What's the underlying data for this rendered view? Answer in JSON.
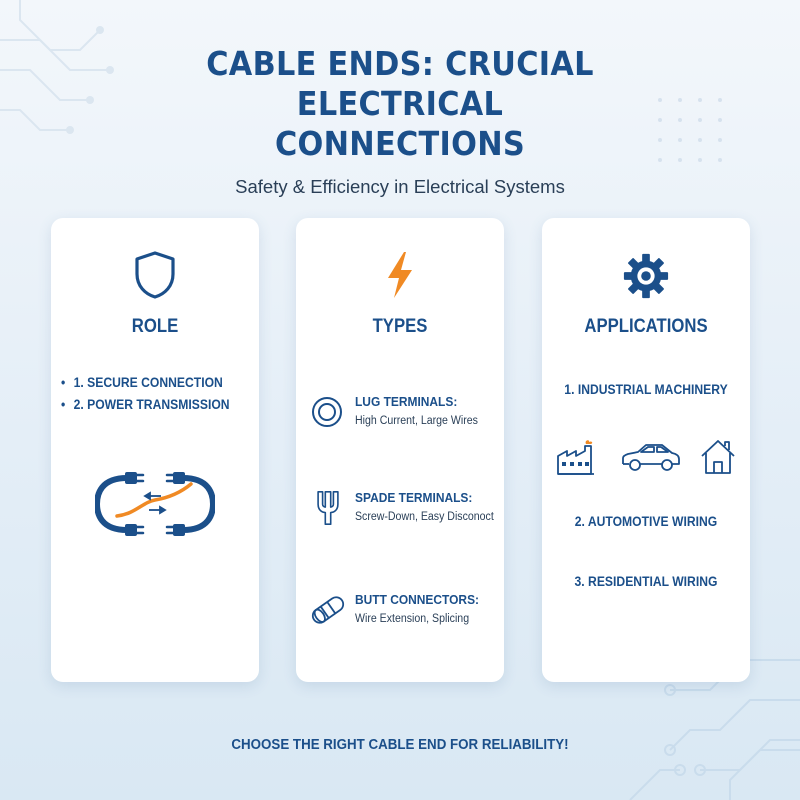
{
  "header": {
    "title": "CABLE ENDS: CRUCIAL ELECTRICAL CONNECTIONS",
    "subtitle": "Safety & Efficiency in Electrical Systems"
  },
  "cards": {
    "role": {
      "icon": "shield-icon",
      "title": "ROLE",
      "items": [
        "1. SECURE CONNECTION",
        "2. POWER TRANSMISSION"
      ],
      "graphic": "cable-connection-icon"
    },
    "types": {
      "icon": "lightning-bolt-icon",
      "title": "TYPES",
      "items": [
        {
          "icon": "ring-lug-icon",
          "name": "LUG TERMINALS:",
          "desc": "High Current, Large Wires"
        },
        {
          "icon": "spade-terminal-icon",
          "name": "SPADE TERMINALS:",
          "desc": "Screw-Down, Easy Disconoct"
        },
        {
          "icon": "butt-connector-icon",
          "name": "BUTT CONNECTORS:",
          "desc": "Wire Extension, Splicing"
        }
      ]
    },
    "applications": {
      "icon": "gear-icon",
      "title": "APPLICATIONS",
      "items": [
        "1. INDUSTRIAL MACHINERY",
        "2. AUTOMOTIVE WIRING",
        "3. RESIDENTIAL WIRING"
      ],
      "icons": [
        "factory-icon",
        "car-icon",
        "house-icon"
      ]
    }
  },
  "footer": {
    "text": "CHOOSE THE RIGHT CABLE END FOR RELIABILITY!"
  },
  "colors": {
    "primary": "#1b4f8a",
    "accent": "#f08a24",
    "text_dark": "#2a3f57"
  }
}
